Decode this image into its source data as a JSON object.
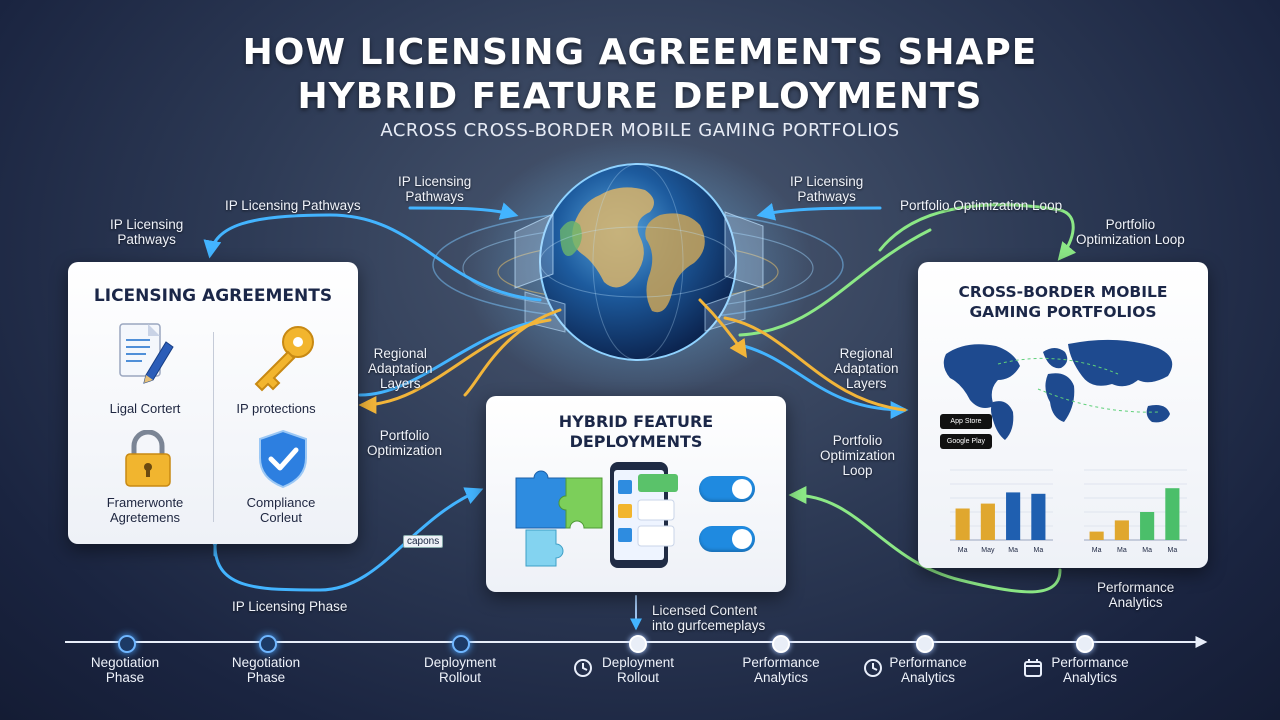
{
  "header": {
    "title_line1": "HOW LICENSING AGREEMENTS SHAPE",
    "title_line2": "HYBRID FEATURE DEPLOYMENTS",
    "subtitle": "ACROSS CROSS-BORDER MOBILE GAMING PORTFOLIOS"
  },
  "flow_labels": {
    "ip_pathways_top_left": "IP Licensing Pathways",
    "ip_pathways_far_left": "IP Licensing\nPathways",
    "ip_pathways_center_left": "IP Licensing\nPathways",
    "ip_pathways_center_right": "IP Licensing\nPathways",
    "portfolio_loop_top": "Portfolio Optimization Loop",
    "portfolio_loop_right": "Portfolio\nOptimization Loop",
    "regional_left": "Regional\nAdaptation\nLayers",
    "regional_right": "Regional\nAdaptation\nLayers",
    "portfolio_opt_left": "Portfolio\nOptimization",
    "portfolio_opt_loop_right": "Portfolio\nOptimization\nLoop",
    "ip_phase": "IP Licensing Phase",
    "licensed_content": "Licensed Content\ninto gurfcemeplays",
    "performance_analytics_right": "Performance\nAnalytics",
    "small_tag": "capons"
  },
  "licensing_card": {
    "title": "LICENSING AGREEMENTS",
    "items": [
      {
        "icon": "document-pen-icon",
        "label": "Ligal Cortert"
      },
      {
        "icon": "key-icon",
        "label": "IP protections"
      },
      {
        "icon": "padlock-icon",
        "label": "Framerwonte\nAgretemens"
      },
      {
        "icon": "shield-check-icon",
        "label": "Compliance\nCorleut"
      }
    ]
  },
  "hybrid_card": {
    "title": "HYBRID FEATURE\nDEPLOYMENTS"
  },
  "portfolio_card": {
    "title": "CROSS-BORDER MOBILE\nGAMING PORTFOLIOS",
    "app_badges": [
      "App Store",
      "Google Play"
    ],
    "chart_left_xlabels": [
      "Ma",
      "May",
      "Ma",
      "Ma"
    ],
    "chart_left_values": [
      0.45,
      0.52,
      0.68,
      0.66
    ],
    "chart_right_xlabels": [
      "Ma",
      "Ma",
      "Ma",
      "Ma"
    ],
    "chart_right_values": [
      0.12,
      0.28,
      0.4,
      0.74
    ]
  },
  "timeline": {
    "stages": [
      {
        "label": "Negotiation\nPhase",
        "icon": ""
      },
      {
        "label": "Negotiation\nPhase",
        "icon": ""
      },
      {
        "label": "Deployment\nRollout",
        "icon": ""
      },
      {
        "label": "Deployment\nRollout",
        "icon": "clock-icon"
      },
      {
        "label": "Performance\nAnalytics",
        "icon": ""
      },
      {
        "label": "Performance\nAnalytics",
        "icon": "clock-icon"
      },
      {
        "label": "Performance\nAnalytics",
        "icon": "calendar-icon"
      }
    ]
  },
  "colors": {
    "blue_flow": "#2fa8ff",
    "green_flow": "#7ee07a",
    "yellow_flow": "#f2b53a",
    "chart_gold": "#e0a72e",
    "chart_blue": "#1f5fb0",
    "chart_green": "#4bbf6a"
  }
}
